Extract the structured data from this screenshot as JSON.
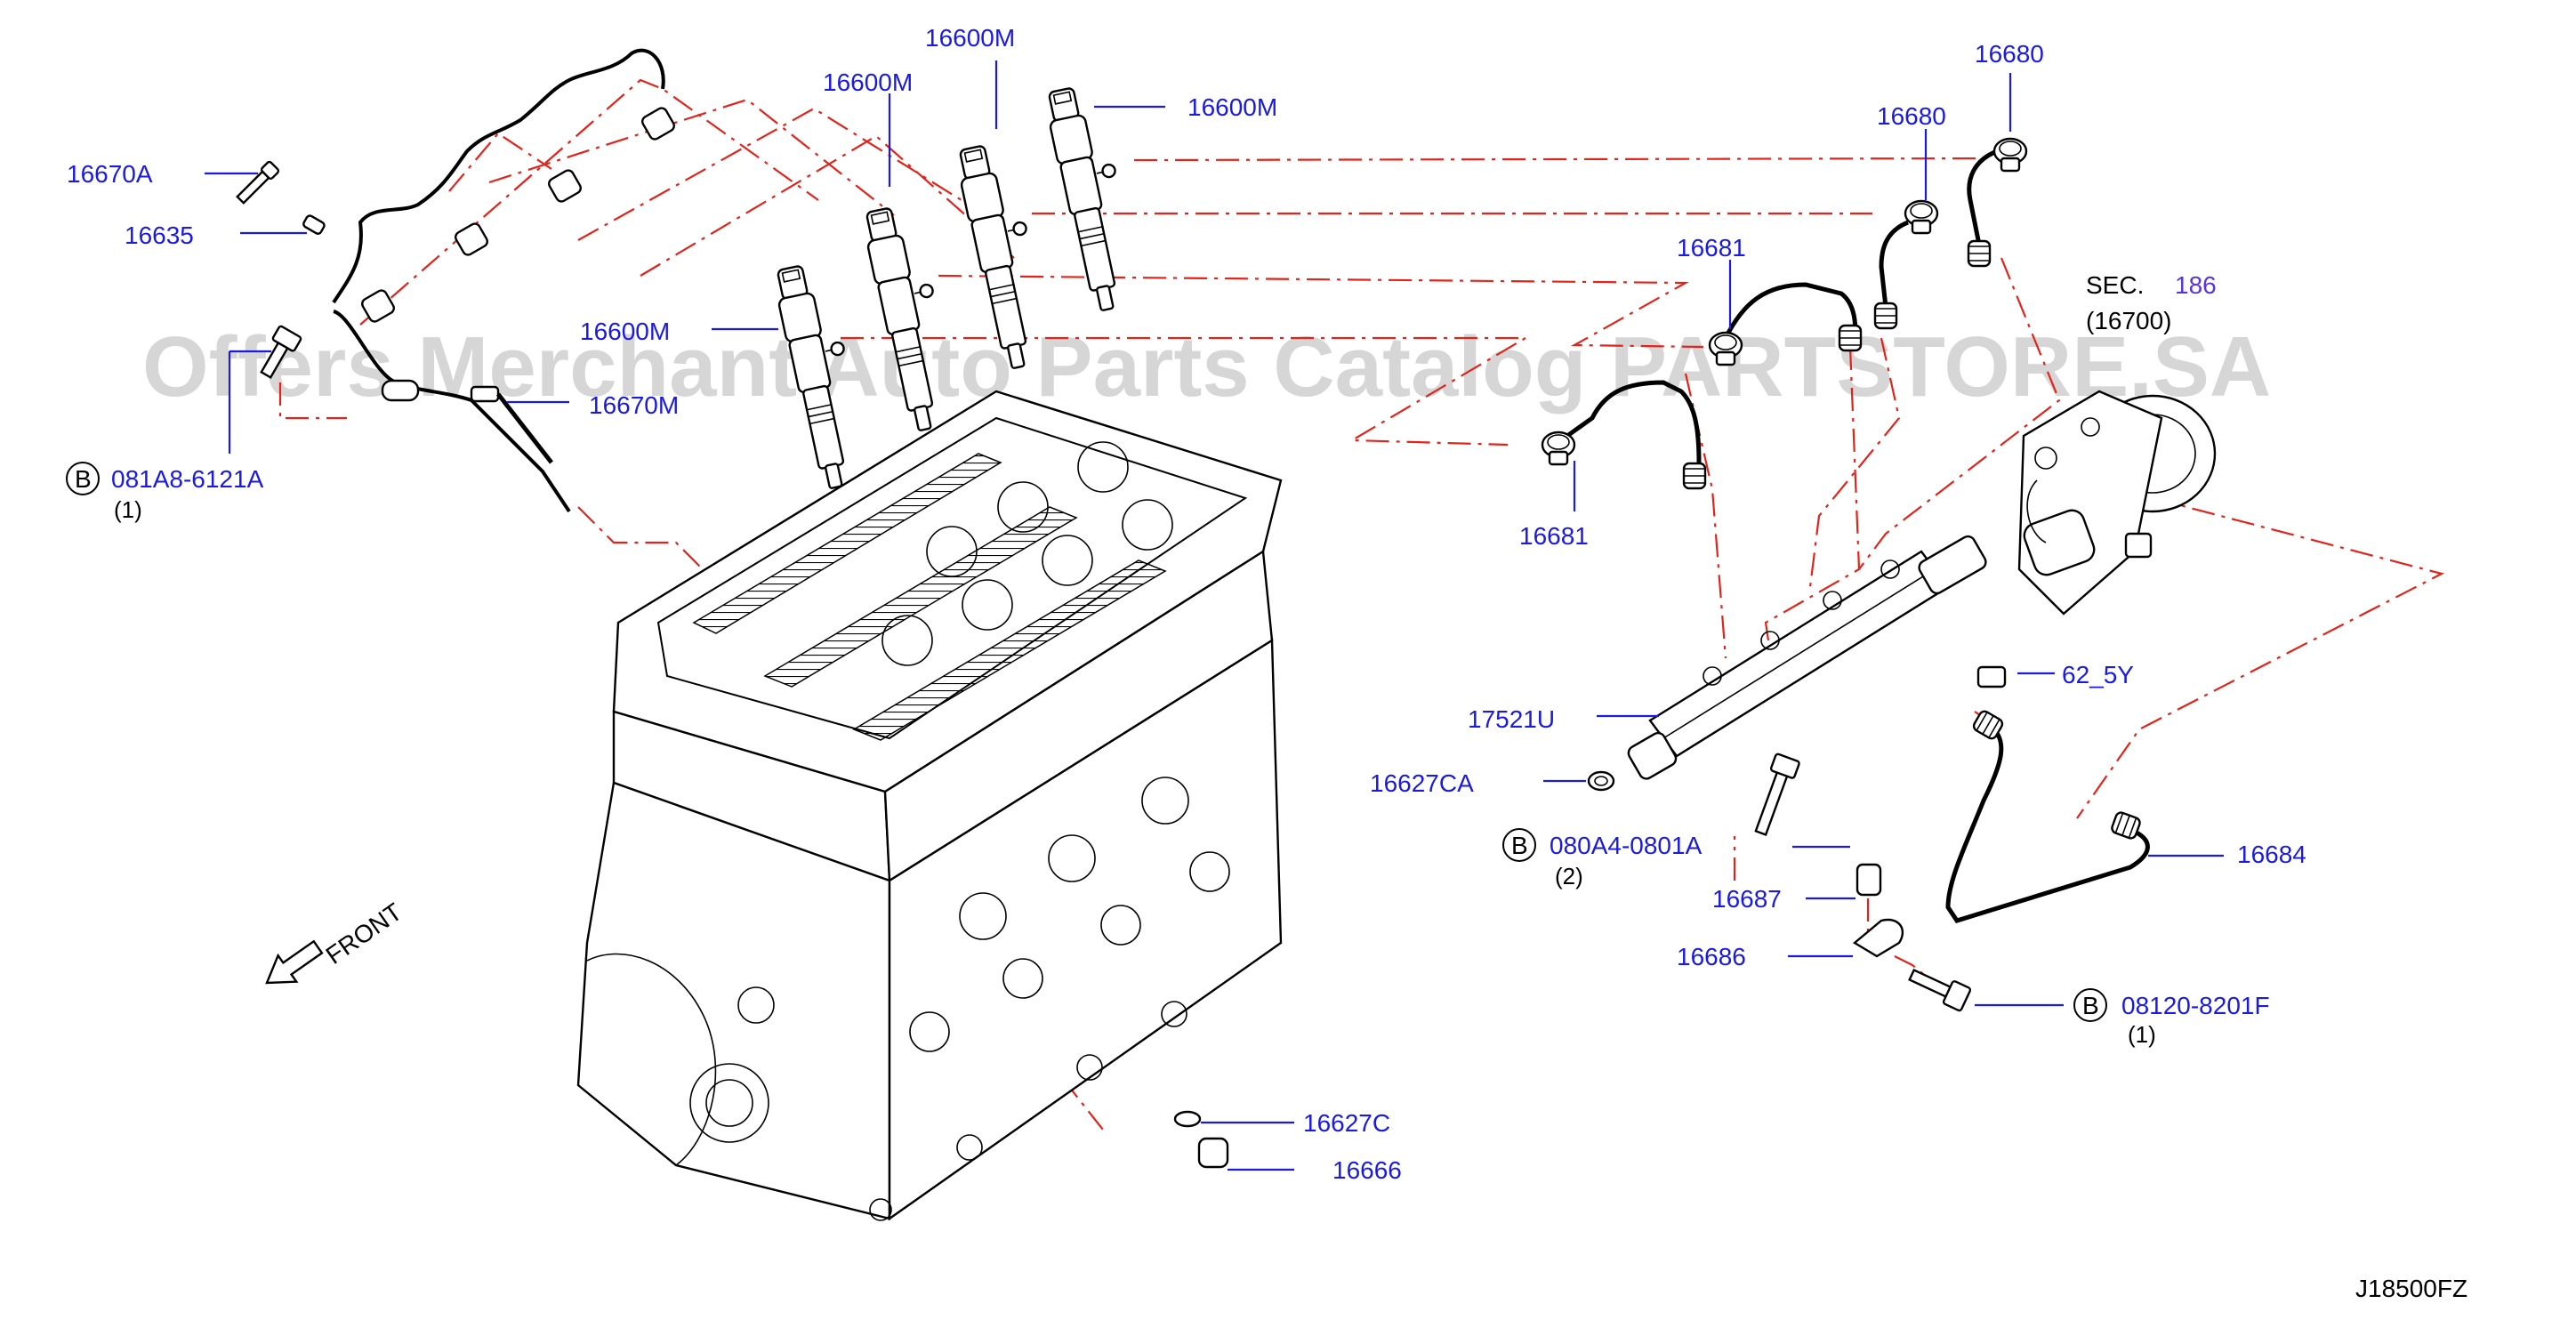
{
  "diagram": {
    "labels": {
      "l_16600M_a": "16600M",
      "l_16600M_b": "16600M",
      "l_16600M_c": "16600M",
      "l_16600M_d": "16600M",
      "l_16670A": "16670A",
      "l_16635": "16635",
      "l_16670M": "16670M",
      "l_081A8": "081A8-6121A",
      "l_081A8_qty": "(1)",
      "l_16680_a": "16680",
      "l_16680_b": "16680",
      "l_16681_a": "16681",
      "l_16681_b": "16681",
      "l_sec": "SEC.",
      "l_sec_num": "186",
      "l_16700": "(16700)",
      "l_625Y": "62_5Y",
      "l_17521U": "17521U",
      "l_16627CA": "16627CA",
      "l_080A4": "080A4-0801A",
      "l_080A4_qty": "(2)",
      "l_16684": "16684",
      "l_16687": "16687",
      "l_16686": "16686",
      "l_08120": "08120-8201F",
      "l_08120_qty": "(1)",
      "l_16627C": "16627C",
      "l_16666": "16666",
      "front": "FRONT",
      "code": "J18500FZ"
    },
    "bolt_marker": "B",
    "watermark": "Offers Merchant Auto Parts Catalog PARTSTORE.SA"
  }
}
